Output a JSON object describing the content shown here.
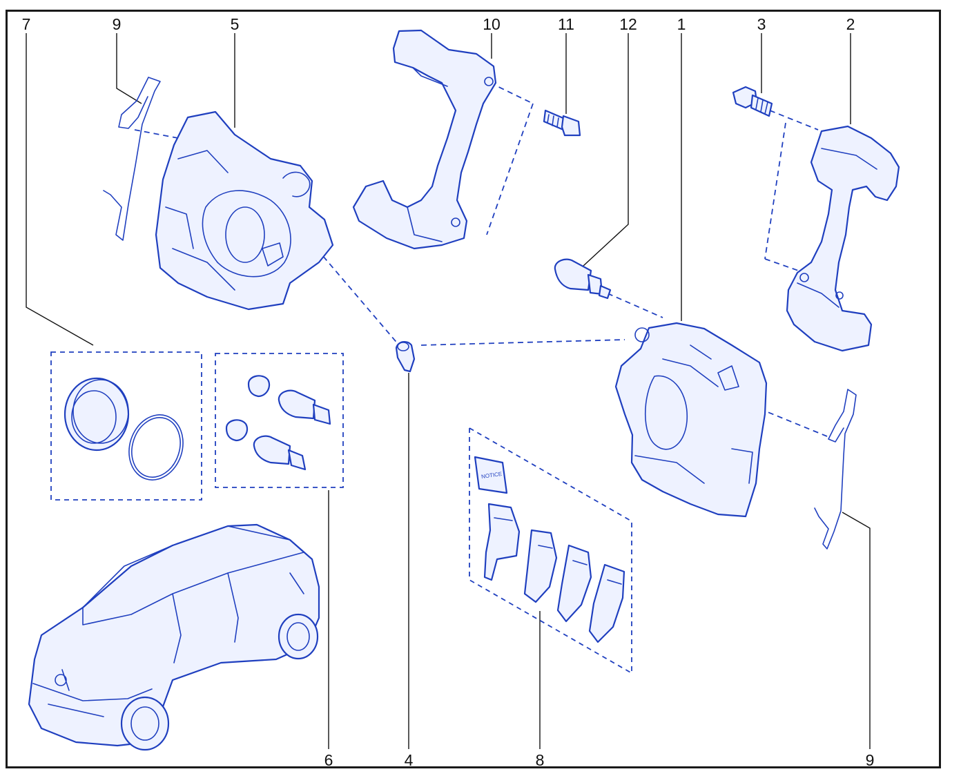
{
  "callouts": {
    "c1": "1",
    "c2": "2",
    "c3": "3",
    "c4": "4",
    "c5": "5",
    "c6": "6",
    "c7": "7",
    "c8": "8",
    "c9_top": "9",
    "c9_bottom": "9",
    "c10": "10",
    "c11": "11",
    "c12": "12"
  },
  "pad_kit": {
    "notice_label": "NOTICE"
  },
  "colors": {
    "line_art": "#1f3fbf",
    "fill": "#eef2ff",
    "frame": "#1a1a1a"
  }
}
